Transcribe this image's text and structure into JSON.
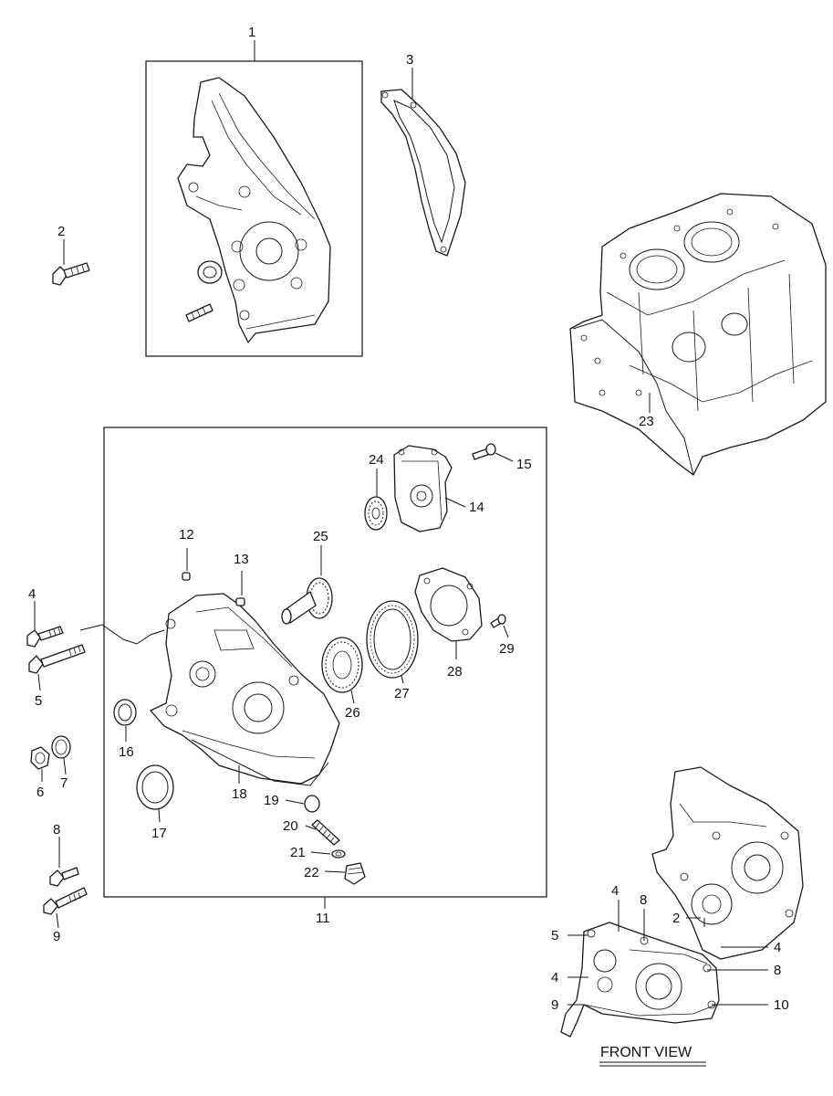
{
  "callouts": {
    "c1": "1",
    "c2": "2",
    "c3": "3",
    "c4": "4",
    "c5": "5",
    "c6": "6",
    "c7": "7",
    "c8": "8",
    "c9": "9",
    "c11": "11",
    "c12": "12",
    "c13": "13",
    "c14": "14",
    "c15": "15",
    "c16": "16",
    "c17": "17",
    "c18": "18",
    "c19": "19",
    "c20": "20",
    "c21": "21",
    "c22": "22",
    "c23": "23",
    "c24": "24",
    "c25": "25",
    "c26": "26",
    "c27": "27",
    "c28": "28",
    "c29": "29"
  },
  "front_view": {
    "title": "FRONT VIEW",
    "callouts": {
      "f4a": "4",
      "f8a": "8",
      "f2": "2",
      "f5": "5",
      "f4b": "4",
      "f4c": "4",
      "f8b": "8",
      "f9": "9",
      "f10": "10"
    }
  }
}
